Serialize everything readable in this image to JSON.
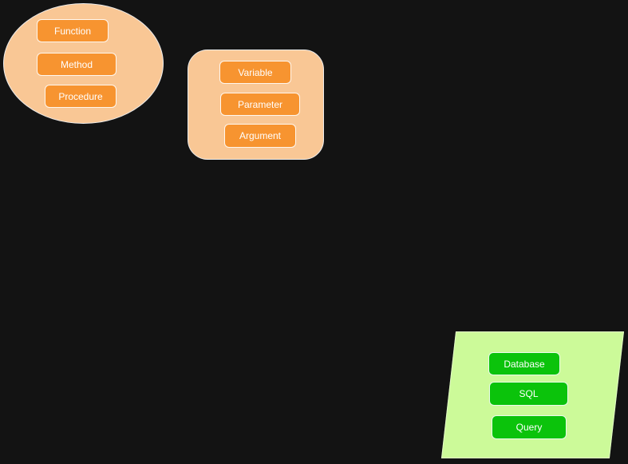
{
  "colors": {
    "background": "#131313",
    "peach_fill": "#F9C795",
    "orange_button": "#F79430",
    "green_fill": "#CCFA99",
    "green_button": "#0BC30B",
    "button_text": "#FFFFFF",
    "shape_border": "#ECECEC"
  },
  "groups": [
    {
      "shape": "ellipse",
      "items": [
        "Function",
        "Method",
        "Procedure"
      ]
    },
    {
      "shape": "rounded-rectangle",
      "items": [
        "Variable",
        "Parameter",
        "Argument"
      ]
    },
    {
      "shape": "parallelogram",
      "items": [
        "Database",
        "SQL",
        "Query"
      ]
    }
  ]
}
